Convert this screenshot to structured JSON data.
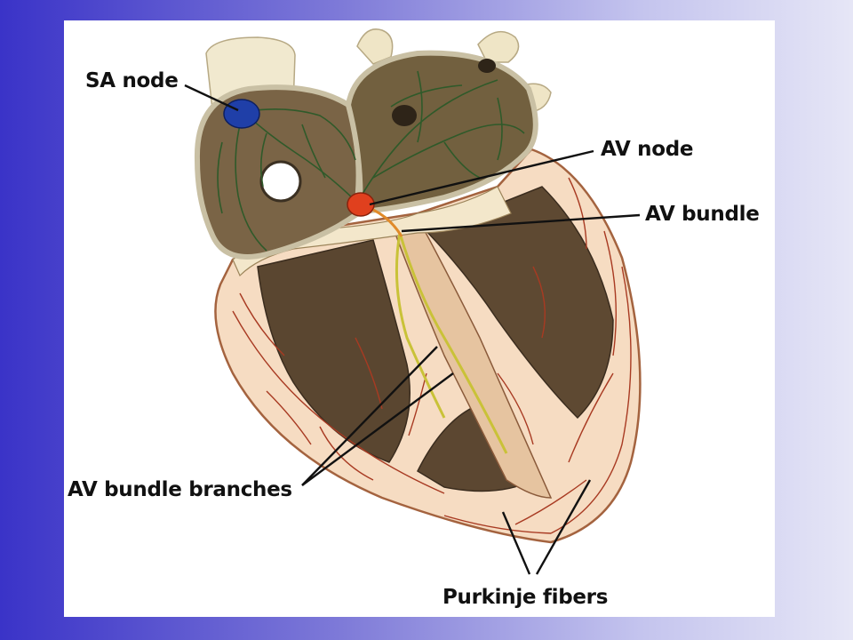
{
  "labels": {
    "sa_node": "SA node",
    "av_node": "AV node",
    "av_bundle": "AV bundle",
    "av_bundle_branches": "AV bundle branches",
    "purkinje_fibers": "Purkinje fibers"
  },
  "colors": {
    "sa_node": "#1f3fa8",
    "av_node": "#e0401e",
    "conduction_fibers": "#2f5a2a",
    "bundle_branch": "#c9c238",
    "purkinje": "#a83a22"
  }
}
